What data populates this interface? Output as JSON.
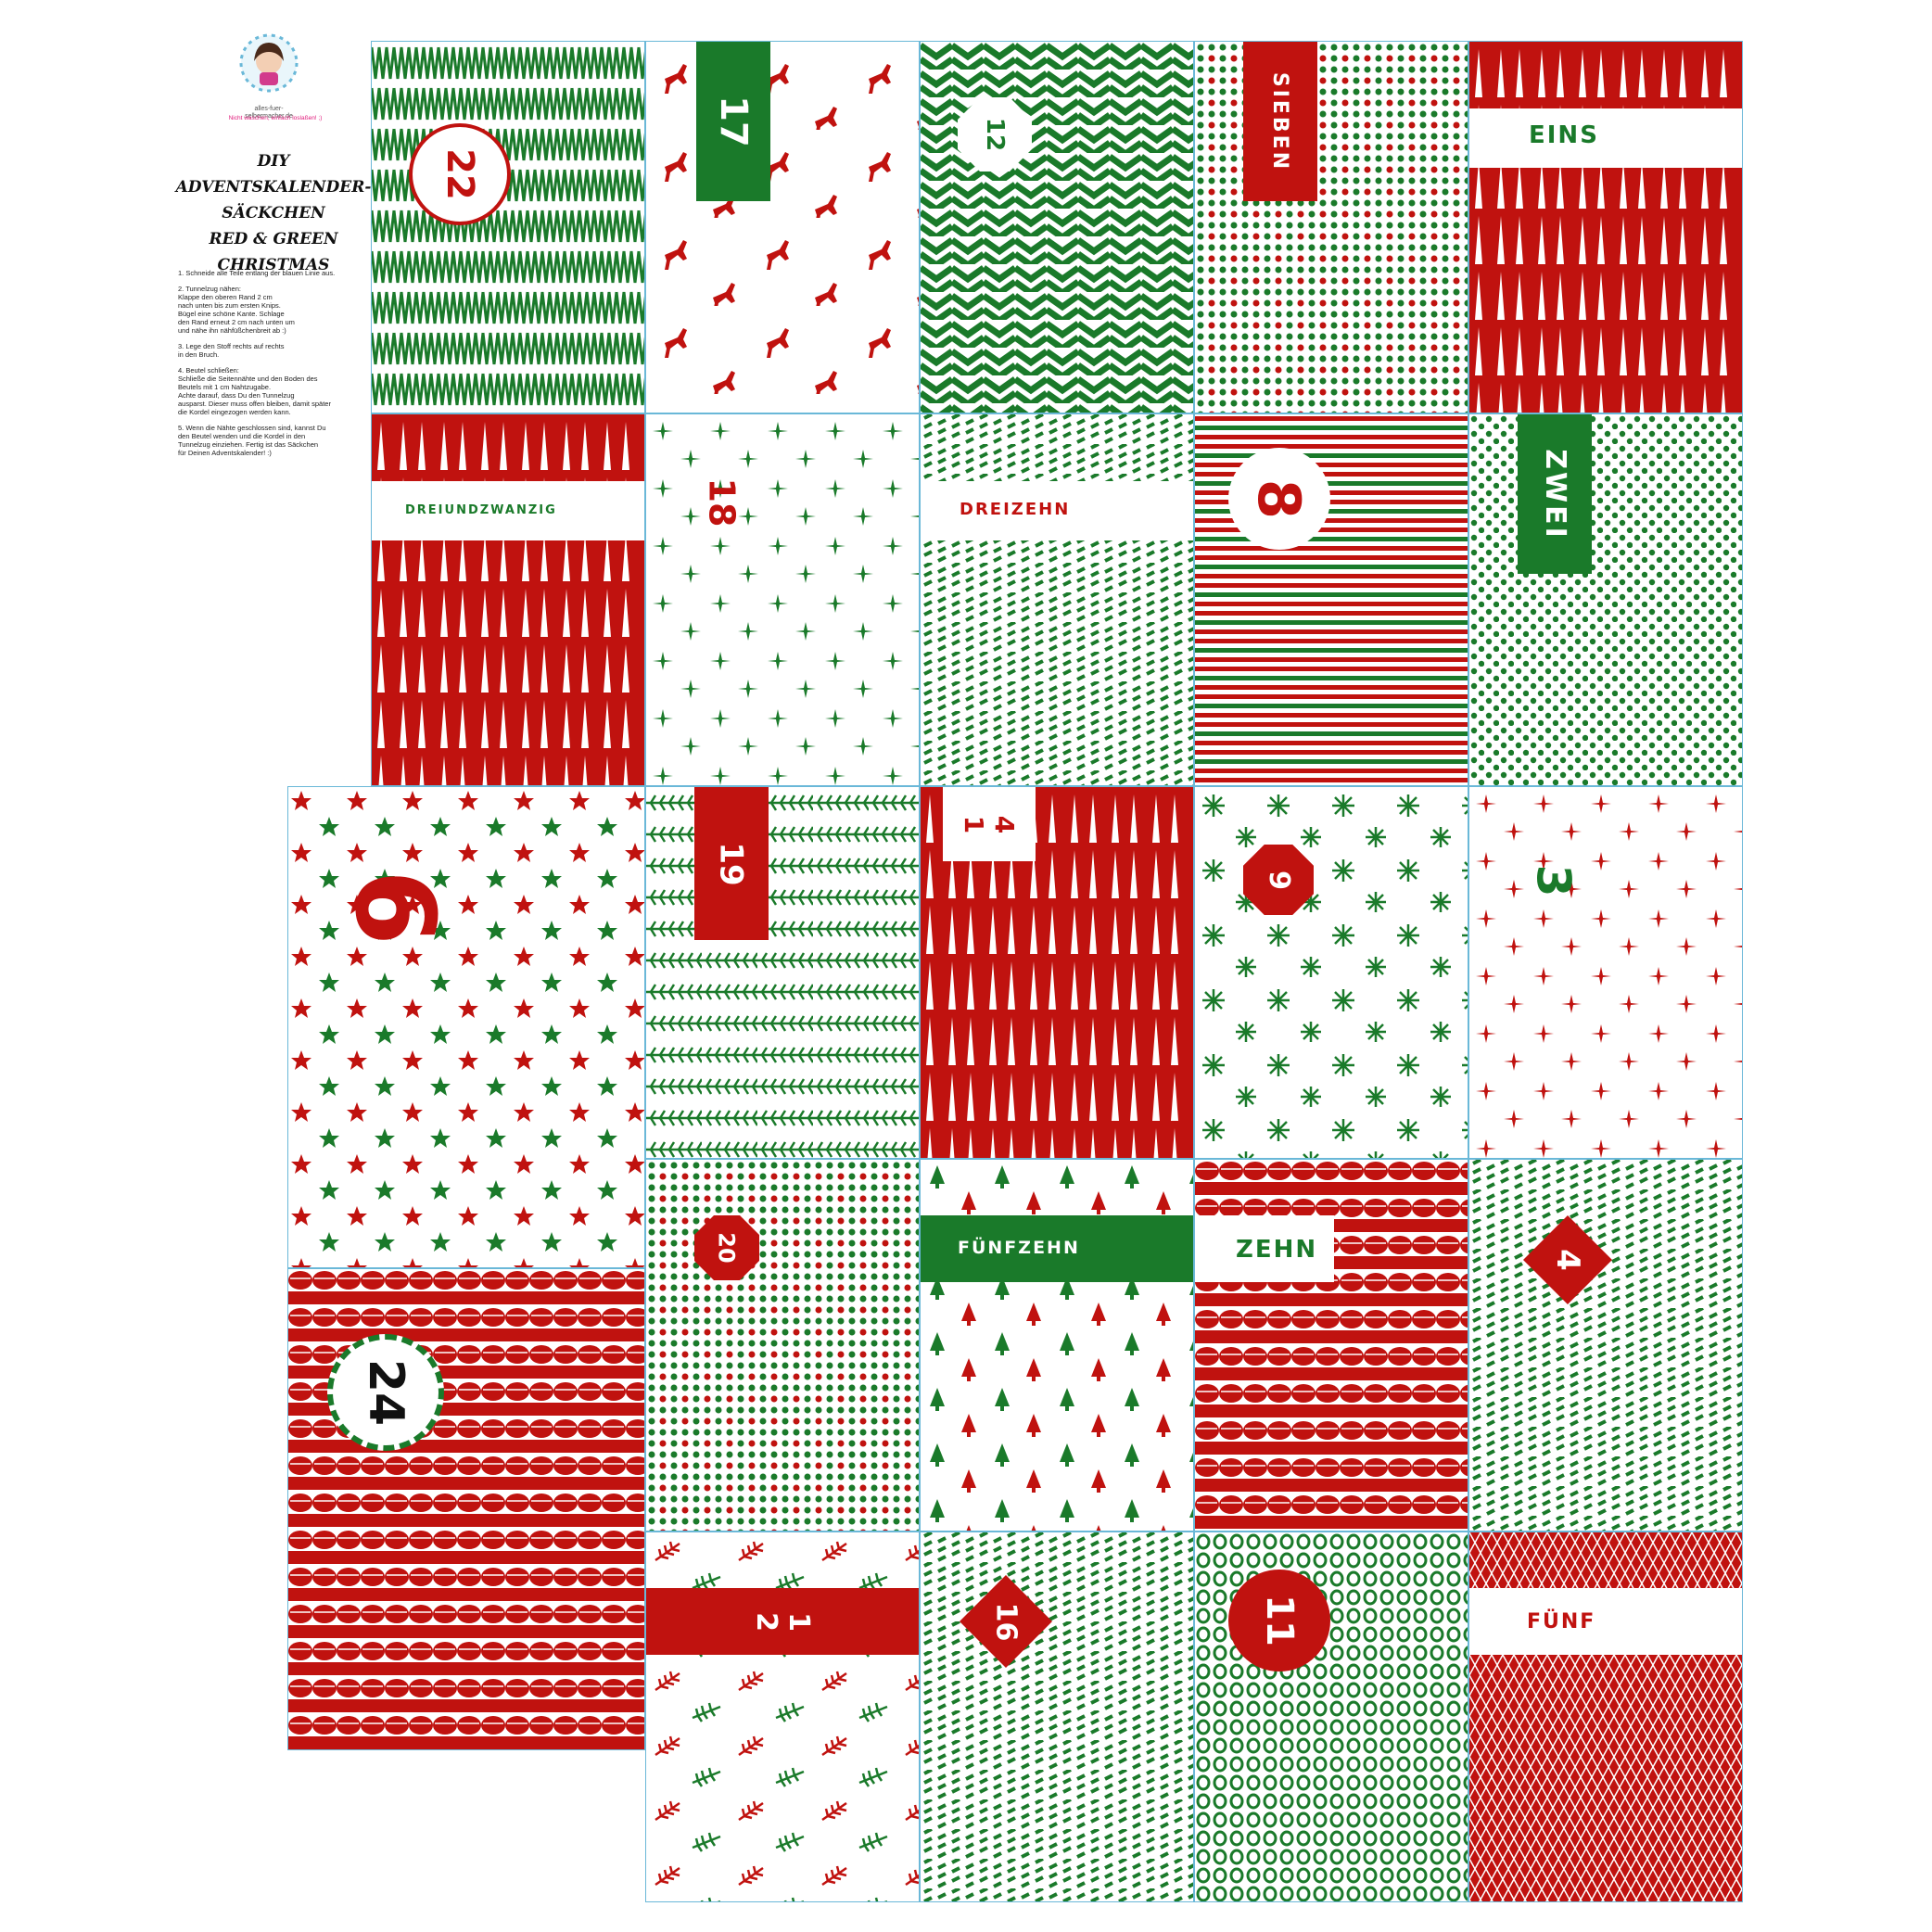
{
  "brand": {
    "name": "alles-fuer-selbermacher.de",
    "tagline": "Nicht waschen, einfach loslaßen! ;)"
  },
  "title": {
    "line1": "DIY ADVENTSKALENDER-",
    "line2": "SÄCKCHEN",
    "line3": "RED & GREEN CHRISTMAS"
  },
  "instructions": [
    "1. Schneide alle Teile entlang der blauen Linie aus.",
    "2. Tunnelzug nähen:\nKlappe den oberen Rand 2 cm\nnach unten bis zum ersten Knips.\nBügel eine schöne Kante. Schlage\nden Rand erneut 2 cm nach unten um\nund nähe ihn nähfüßchenbreit ab :)",
    "3. Lege den Stoff rechts auf rechts\nin den Bruch.",
    "4. Beutel schließen:\nSchließe die Seitennähte und den Boden des\nBeutels mit 1 cm Nahtzugabe.\nAchte darauf, dass Du den Tunnelzug\nausparst. Dieser muss offen bleiben, damit später\ndie Kordel eingezogen werden kann.",
    "5. Wenn die Nähte geschlossen sind, kannst Du\nden Beutel wenden und die Kordel in den\nTunnelzug einziehen. Fertig ist das Säckchen\nfür Deinen Adventskalender! :)"
  ],
  "colors": {
    "red": "#c0120f",
    "green": "#1a7a2a",
    "cutline": "#6ab8d8"
  },
  "tiles": {
    "t22": "22",
    "t17": "17",
    "t12": "12",
    "t7": "SIEBEN",
    "t1": "EINS",
    "t23": "DREIUNDZWANZIG",
    "t18": "18",
    "t13": "DREIZEHN",
    "t8": "8",
    "t2": "ZWEI",
    "t6": "6",
    "t19": "19",
    "t14a": "1",
    "t14b": "4",
    "t9": "9",
    "t3": "3",
    "t20": "20",
    "t15": "FÜNFZEHN",
    "t10": "ZEHN",
    "t4": "4",
    "t24": "24",
    "t21a": "2",
    "t21b": "1",
    "t16": "16",
    "t11": "11",
    "t5": "FÜNF"
  }
}
